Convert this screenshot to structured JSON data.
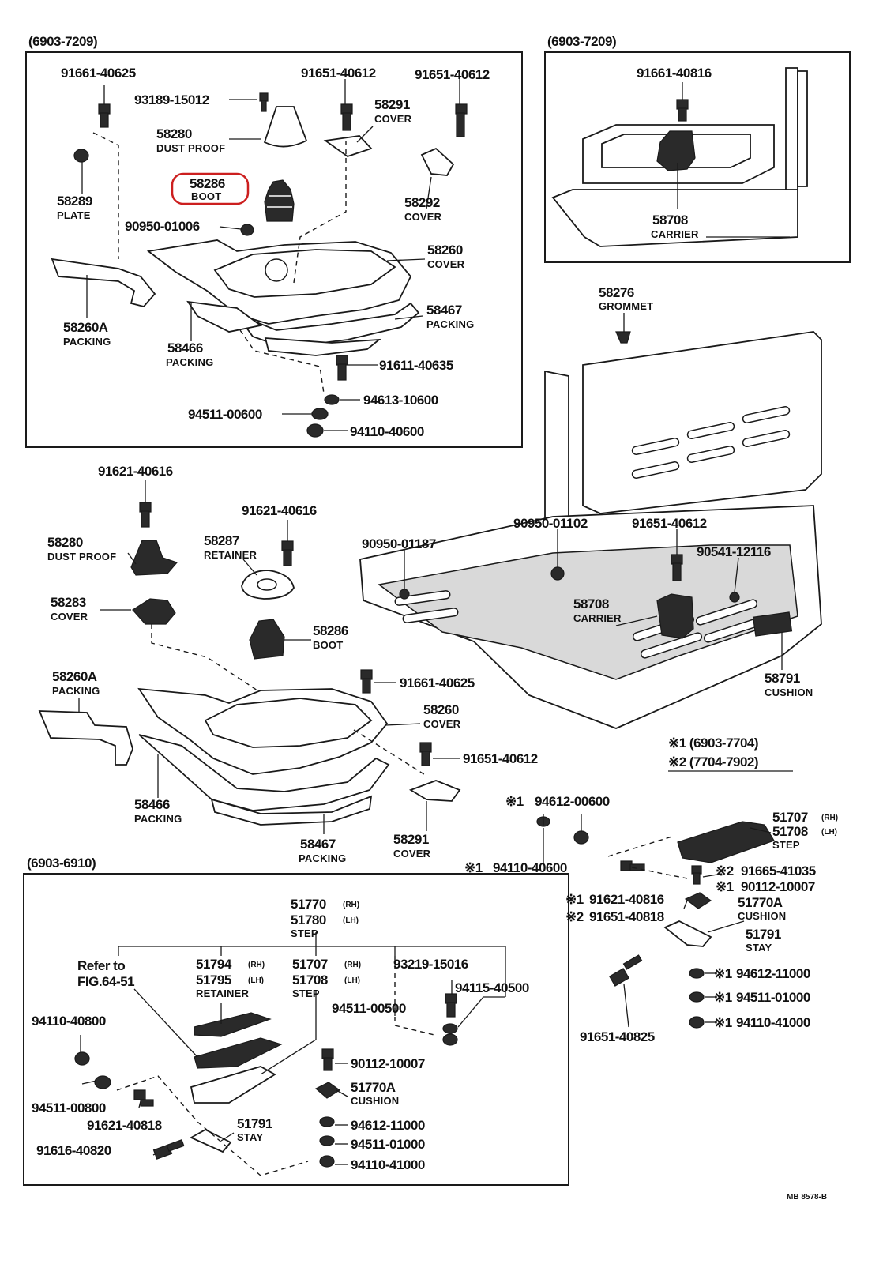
{
  "highlight_color": "#cc1f1f",
  "sections": {
    "top_left": "(6903-7209)",
    "top_right": "(6903-7209)",
    "bottom_left": "(6903-6910)"
  },
  "notes": {
    "n1": "※1  (6903-7704)",
    "n2": "※2  (7704-7902)",
    "ref": "Refer to",
    "fig": "FIG.64-51",
    "code": "MB 8578-B"
  },
  "labels": {
    "a1": "91661-40625",
    "a2": "93189-15012",
    "a3": "91651-40612",
    "a4": "91651-40612",
    "a5": "58291",
    "a5n": "COVER",
    "a6": "58280",
    "a6n": "DUST PROOF",
    "a7": "58286",
    "a7n": "BOOT",
    "a8": "58289",
    "a8n": "PLATE",
    "a9": "58292",
    "a9n": "COVER",
    "a10": "90950-01006",
    "a11": "58260",
    "a11n": "COVER",
    "a12": "58260A",
    "a12n": "PACKING",
    "a13": "58467",
    "a13n": "PACKING",
    "a14": "58466",
    "a14n": "PACKING",
    "a15": "91611-40635",
    "a16": "94613-10600",
    "a17": "94511-00600",
    "a18": "94110-40600",
    "b1": "91661-40816",
    "b2": "58708",
    "b2n": "CARRIER",
    "c1": "58276",
    "c1n": "GROMMET",
    "c2": "90950-01187",
    "c3": "90950-01102",
    "c4": "91651-40612",
    "c5": "90541-12116",
    "c6": "58708",
    "c6n": "CARRIER",
    "c7": "58791",
    "c7n": "CUSHION",
    "d1": "91621-40616",
    "d2": "91621-40616",
    "d3": "58280",
    "d3n": "DUST PROOF",
    "d4": "58287",
    "d4n": "RETAINER",
    "d5": "58283",
    "d5n": "COVER",
    "d6": "58286",
    "d6n": "BOOT",
    "d7": "58260A",
    "d7n": "PACKING",
    "d8": "91661-40625",
    "d9": "58260",
    "d9n": "COVER",
    "d10": "91651-40612",
    "d11": "58466",
    "d11n": "PACKING",
    "d12": "58467",
    "d12n": "PACKING",
    "d13": "58291",
    "d13n": "COVER",
    "e1": "94612-00600",
    "e2": "94110-40600",
    "e3": "51707",
    "e3s": "(RH)",
    "e4": "51708",
    "e4s": "(LH)",
    "e5n": "STEP",
    "e6": "91665-41035",
    "e7": "90112-10007",
    "e8": "91621-40816",
    "e9": "91651-40818",
    "e10": "51770A",
    "e10n": "CUSHION",
    "e11": "51791",
    "e11n": "STAY",
    "e12": "94612-11000",
    "e13": "94511-01000",
    "e14": "94110-41000",
    "e15": "91651-40825",
    "f1": "51770",
    "f1s": "(RH)",
    "f2": "51780",
    "f2s": "(LH)",
    "f3n": "STEP",
    "f4": "51794",
    "f4s": "(RH)",
    "f5": "51795",
    "f5s": "(LH)",
    "f6n": "RETAINER",
    "f7": "51707",
    "f7s": "(RH)",
    "f8": "51708",
    "f8s": "(LH)",
    "f9n": "STEP",
    "f10": "93219-15016",
    "f11": "94115-40500",
    "f12": "94511-00500",
    "f13": "94110-40800",
    "f14": "90112-10007",
    "f15": "51770A",
    "f15n": "CUSHION",
    "f16": "94511-00800",
    "f17": "91621-40818",
    "f18": "51791",
    "f18n": "STAY",
    "f19": "94612-11000",
    "f20": "91616-40820",
    "f21": "94511-01000",
    "f22": "94110-41000",
    "m1": "※1",
    "m2": "※1",
    "m3": "※2",
    "m4": "※1",
    "m5": "※1",
    "m6": "※2",
    "m7": "※1",
    "m8": "※1",
    "m9": "※1"
  }
}
